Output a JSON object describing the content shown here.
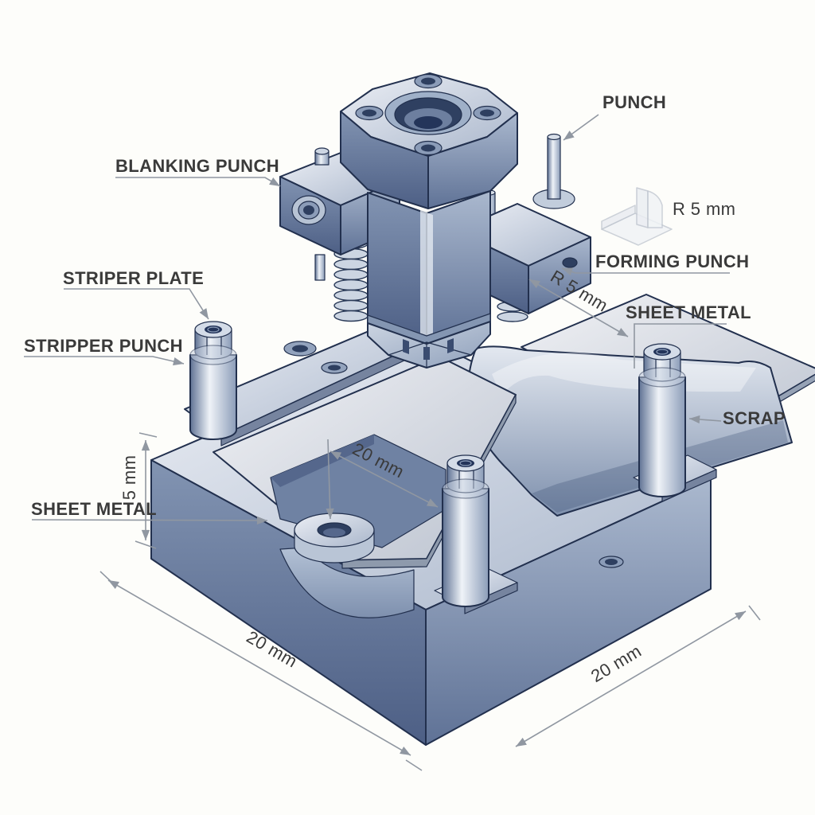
{
  "figure": {
    "type": "isometric technical illustration",
    "subject": "sheet metal blanking and forming die assembly",
    "background": "#fdfdfa",
    "labels": {
      "punch": "PUNCH",
      "blanking_punch": "BLANKING PUNCH",
      "striper_plate": "STRIPER PLATE",
      "stripper_punch": "STRIPPER PUNCH",
      "forming_punch": "FORMING PUNCH",
      "sheet_metal_right": "SHEET METAL",
      "scrap": "SCRAP",
      "sheet_metal_left": "SHEET METAL"
    },
    "dimensions": {
      "ghost_part_radius": "R 5 mm",
      "bend_radius": "R 5 mm",
      "blank_width": "20 mm",
      "die_height": "5 mm",
      "base_front_width": "20 mm",
      "base_side_width": "20 mm"
    },
    "colors": {
      "steel_light": "#e9edf4",
      "steel_mid": "#9aa9c2",
      "steel_dark": "#4d5f85",
      "outline": "#22304e",
      "sheet": "#d9dde4",
      "label_text": "#3a3a3a",
      "leader": "#9097a1"
    }
  }
}
